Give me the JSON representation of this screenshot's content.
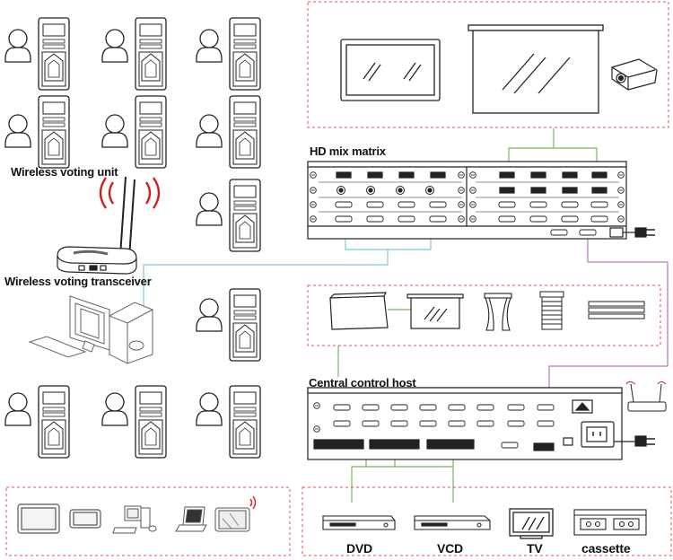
{
  "labels": {
    "wireless_voting_unit": "Wireless voting unit",
    "wireless_voting_transceiver": "Wireless voting transceiver",
    "hd_mix_matrix": "HD mix matrix",
    "central_control_host": "Central control host"
  },
  "av_sources": {
    "dvd": "DVD",
    "vcd": "VCD",
    "tv": "TV",
    "cassette": "cassette"
  },
  "colors": {
    "dashed_border": "#e05050",
    "cable_cyan": "#7ec8e0",
    "cable_green": "#78b85a",
    "cable_purple": "#c070c8",
    "signal_red": "#d02020",
    "line": "#222222"
  },
  "icons": [
    "person-icon",
    "voting-unit-icon",
    "wifi-signal-icon",
    "transceiver-icon",
    "computer-icon",
    "monitor-icon",
    "projection-screen-icon",
    "projector-icon",
    "amplifier-icon",
    "curtain-icon",
    "blind-icon",
    "lighting-icon",
    "tablet-icon",
    "phone-icon",
    "laptop-icon",
    "dvd-player-icon",
    "tv-icon",
    "cassette-deck-icon",
    "power-plug-icon"
  ]
}
